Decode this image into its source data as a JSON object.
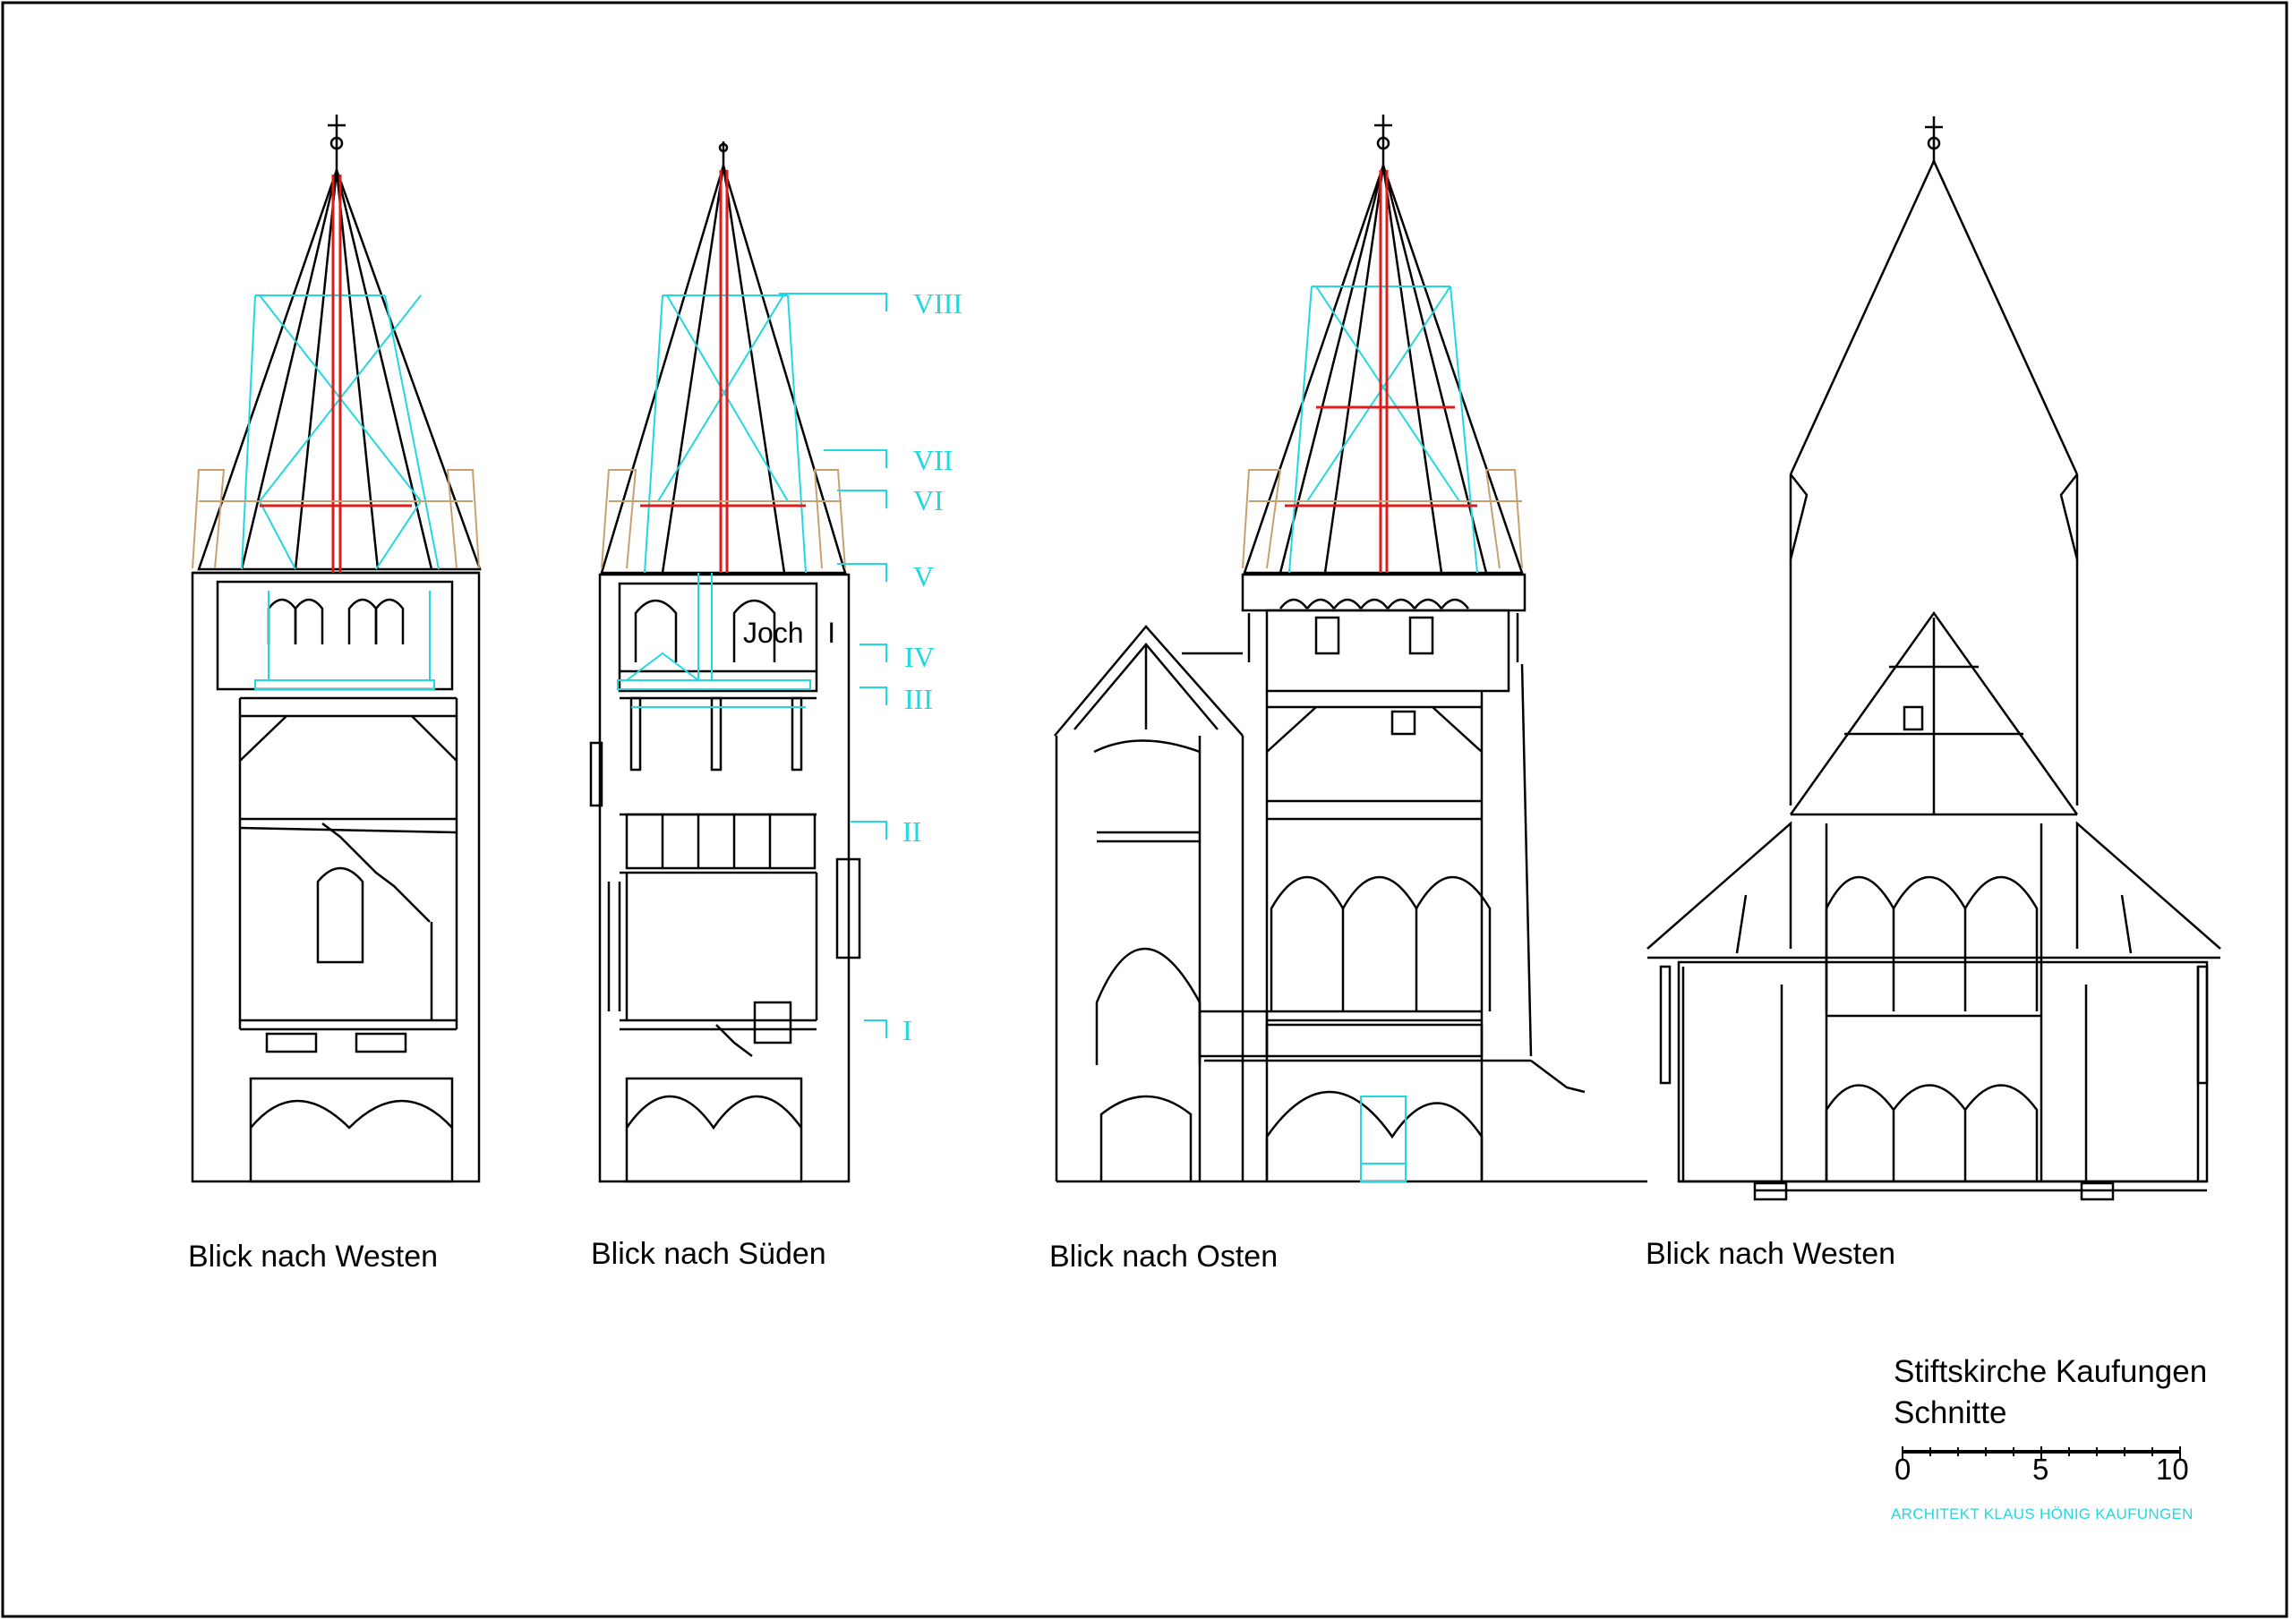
{
  "views": [
    {
      "caption": "Blick nach Westen"
    },
    {
      "caption": "Blick nach Süden"
    },
    {
      "caption": "Blick nach Osten"
    },
    {
      "caption": "Blick nach Westen"
    }
  ],
  "level_markers": [
    "VIII",
    "VII",
    "VI",
    "V",
    "IV",
    "III",
    "II",
    "I"
  ],
  "joch_label": "Joch   I",
  "title_block": {
    "title": "Stiftskirche Kaufungen",
    "subtitle": "Schnitte",
    "scale_ticks": [
      "0",
      "5",
      "10"
    ],
    "architect": "ARCHITEKT KLAUS HÖNIG KAUFUNGEN"
  },
  "colors": {
    "outline": "#000000",
    "level_cyan": "#22d8e0",
    "tie_beam_red": "#e01b1b",
    "scaffold_tan": "#c8a070"
  }
}
